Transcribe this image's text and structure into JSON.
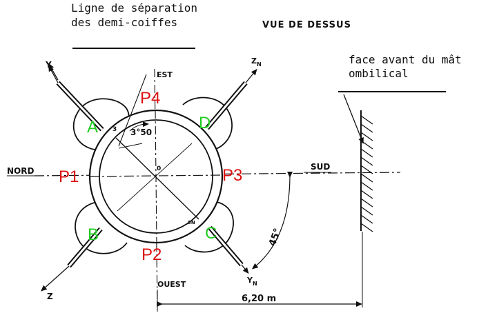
{
  "text": {
    "separation_line_label": [
      "Ligne de séparation",
      "des demi-coiffes"
    ],
    "view_title": "VUE DE DESSUS",
    "mast_label": [
      "face avant du mât",
      "ombilical"
    ],
    "north": "NORD",
    "south": "SUD",
    "east": "EST",
    "west": "OUEST",
    "axis_y": "Y",
    "axis_z": "Z",
    "axis_zn": "Z",
    "axis_yn": "Y",
    "axis_sub_n": "N",
    "angle_3_50": "3°50",
    "angle_45": "45°",
    "distance": "6,20 m",
    "small_3": "3",
    "small_0": "0",
    "small_5n": "5N"
  },
  "positions": {
    "P1": "P1",
    "P2": "P2",
    "P3": "P3",
    "P4": "P4"
  },
  "quadrants": {
    "A": "A",
    "B": "B",
    "C": "C",
    "D": "D"
  },
  "colors": {
    "ink": "#111111",
    "position_red": "#dd1111",
    "quadrant_green": "#22cc22"
  }
}
